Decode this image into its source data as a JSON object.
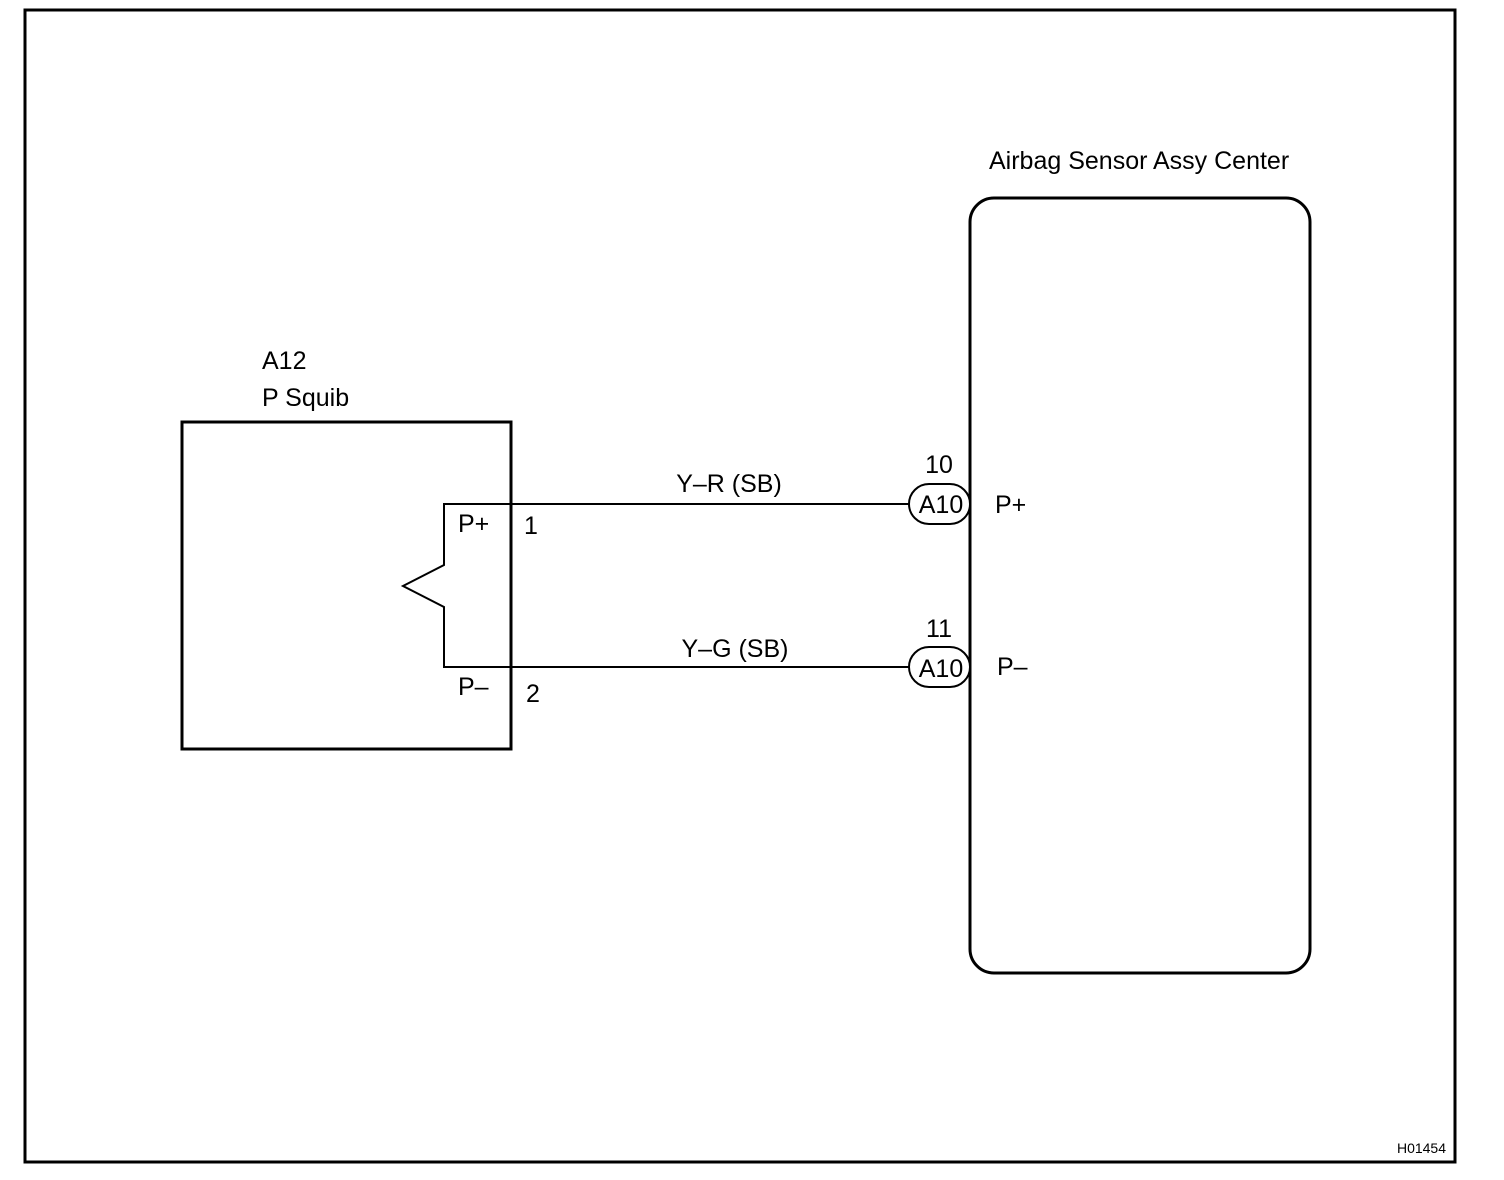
{
  "squib": {
    "code": "A12",
    "name": "P Squib",
    "pins": [
      {
        "label": "P+",
        "number": "1"
      },
      {
        "label": "P–",
        "number": "2"
      }
    ]
  },
  "sensor": {
    "name": "Airbag Sensor Assy Center",
    "pins": [
      {
        "label": "P+",
        "number": "10",
        "connector": "A10"
      },
      {
        "label": "P–",
        "number": "11",
        "connector": "A10"
      }
    ]
  },
  "wires": [
    {
      "color_code": "Y–R (SB)"
    },
    {
      "color_code": "Y–G (SB)"
    }
  ],
  "figure_id": "H01454"
}
